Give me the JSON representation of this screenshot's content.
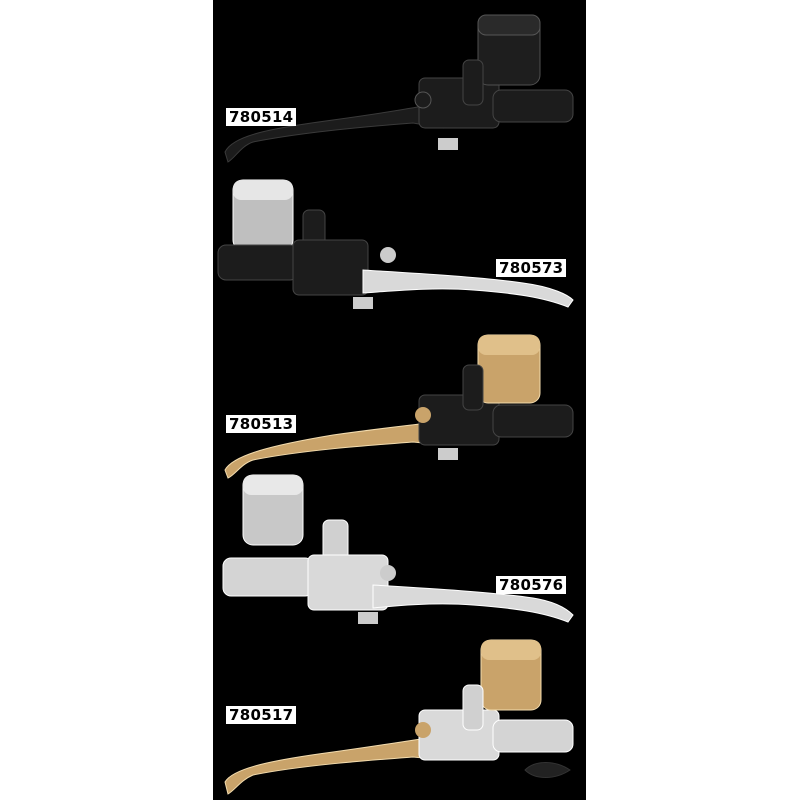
{
  "page": {
    "background": "#ffffff",
    "panel_background": "#000000"
  },
  "products": [
    {
      "part_number": "780514",
      "body_finish": "black",
      "lever_finish": "black",
      "reservoir_finish": "black",
      "label_side": "left"
    },
    {
      "part_number": "780573",
      "body_finish": "black",
      "lever_finish": "chrome",
      "reservoir_finish": "chrome",
      "label_side": "right"
    },
    {
      "part_number": "780513",
      "body_finish": "black",
      "lever_finish": "brass",
      "reservoir_finish": "brass",
      "label_side": "left"
    },
    {
      "part_number": "780576",
      "body_finish": "chrome",
      "lever_finish": "chrome",
      "reservoir_finish": "chrome",
      "label_side": "right"
    },
    {
      "part_number": "780517",
      "body_finish": "chrome",
      "lever_finish": "brass",
      "reservoir_finish": "brass",
      "label_side": "left"
    }
  ],
  "colors": {
    "black": "#1a1a1a",
    "black_hi": "#4a4a4a",
    "chrome": "#d9d9d9",
    "chrome_hi": "#ffffff",
    "brass": "#c9a36a",
    "brass_hi": "#f3dcae"
  },
  "watermark": {
    "icon": "brand-logo-icon"
  }
}
